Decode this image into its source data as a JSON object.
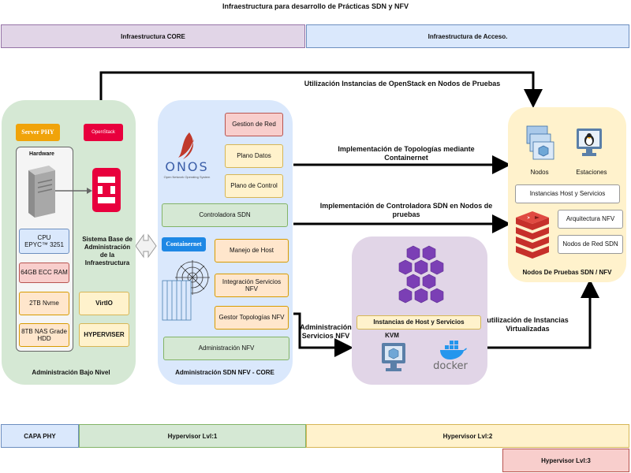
{
  "title": "Infraestructura para desarrollo de Prácticas SDN y NFV",
  "top_bands": {
    "core": "Infraestructura CORE",
    "acceso": "Infraestructura de Acceso."
  },
  "left_panel": {
    "title": "Administración Bajo Nivel",
    "server_phy": "Server PHY",
    "openstack": "OpenStack",
    "hardware": "Hardware",
    "cpu": "CPU\nEPYC™ 3251",
    "ram": "64GB ECC RAM",
    "nvme": "2TB Nvme",
    "hdd": "8TB NAS Grade HDD",
    "sistema": "Sistema Base de Administración de la Infraestructura",
    "virtio": "VirtIO",
    "hyperviser": "HYPERVISER"
  },
  "mid_panel": {
    "title": "Administración SDN NFV - CORE",
    "onos_logo": "ONOS",
    "onos_sub": "Open Network Operating System",
    "gestion_red": "Gestion de Red",
    "plano_datos": "Plano Datos",
    "plano_control": "Plano de Control",
    "controladora": "Controladora SDN",
    "containernet": "Containernet",
    "manejo_host": "Manejo de Host",
    "integracion": "Integración Servicios NFV",
    "gestor": "Gestor Topologías NFV",
    "admin_nfv": "Administración NFV"
  },
  "vm_panel": {
    "instancias": "Instancias de Host y Servicios",
    "kvm": "KVM",
    "docker": "docker"
  },
  "right_panel": {
    "title": "Nodos De Pruebas SDN / NFV",
    "nodos": "Nodos",
    "estaciones": "Estaciones",
    "instancias": "Instancias Host y Servicios",
    "arquitectura": "Arquitectura NFV",
    "nodos_red": "Nodos de Red SDN"
  },
  "arrows": {
    "openstack_uso": "Utilización Instancias de OpenStack en Nodos de Pruebas",
    "containernet_topo": "Implementación de Topologías mediante Containernet",
    "controladora": "Implementación de Controladora SDN en Nodos de pruebas",
    "admin_servicios": "Administración\nServicios NFV",
    "virtualizadas": "utilización de Instancias\nVirtualizadas"
  },
  "bottom_bands": {
    "capa_phy": "CAPA PHY",
    "hyp1": "Hypervisor Lvl:1",
    "hyp2": "Hypervisor Lvl:2",
    "hyp3": "Hypervisor Lvl:3"
  },
  "colors": {
    "core_band": "#e1d5e7",
    "access_band": "#dae8fc",
    "green_panel": "#d5e8d4",
    "blue_panel": "#dae8fc",
    "purple_panel": "#e1d5e7",
    "yellow_panel": "#fff2cc",
    "orange_box": "#ffe6cc",
    "red_box": "#f8cecc",
    "accent_orange": "#f0a30a",
    "openstack_red": "#e8003d",
    "containernet_blue": "#1e88e5",
    "kubernetes_purple": "#7b3fb5"
  }
}
